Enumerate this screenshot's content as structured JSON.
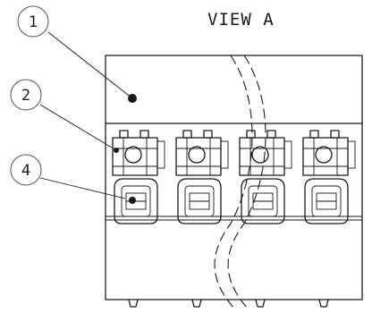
{
  "view_label": "VIEW A",
  "callouts": [
    {
      "number": "1"
    },
    {
      "number": "2"
    },
    {
      "number": "4"
    }
  ],
  "module_count": 4
}
